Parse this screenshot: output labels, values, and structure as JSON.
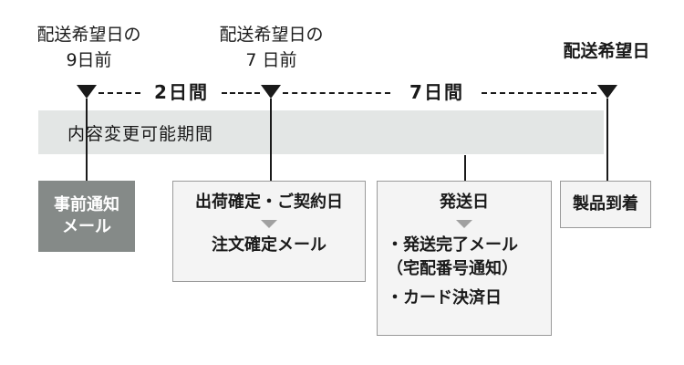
{
  "top_labels": {
    "nine_days_before": {
      "line1": "配送希望日の",
      "line2": "9日前"
    },
    "seven_days_before": {
      "line1": "配送希望日の",
      "line2": "7 日前"
    },
    "delivery_date": "配送希望日"
  },
  "intervals": {
    "first": "2日間",
    "second": "7日間"
  },
  "change_period": {
    "label": "内容変更可能期間"
  },
  "boxes": {
    "advance_notice": {
      "line1": "事前通知",
      "line2": "メール"
    },
    "order_confirm": {
      "title": "出荷確定・ご契約日",
      "subtitle": "注文確定メール"
    },
    "shipping": {
      "title": "発送日",
      "item1": "・発送完了メール",
      "item1_note": "（宅配番号通知）",
      "item2": "・カード決済日"
    },
    "arrival": {
      "label": "製品到着"
    }
  },
  "colors": {
    "band": "#e3e6e5",
    "dark_box": "#858a88",
    "light_box": "#f4f4f4",
    "box_border": "#9a9a9a",
    "line": "#1a1a1a"
  }
}
